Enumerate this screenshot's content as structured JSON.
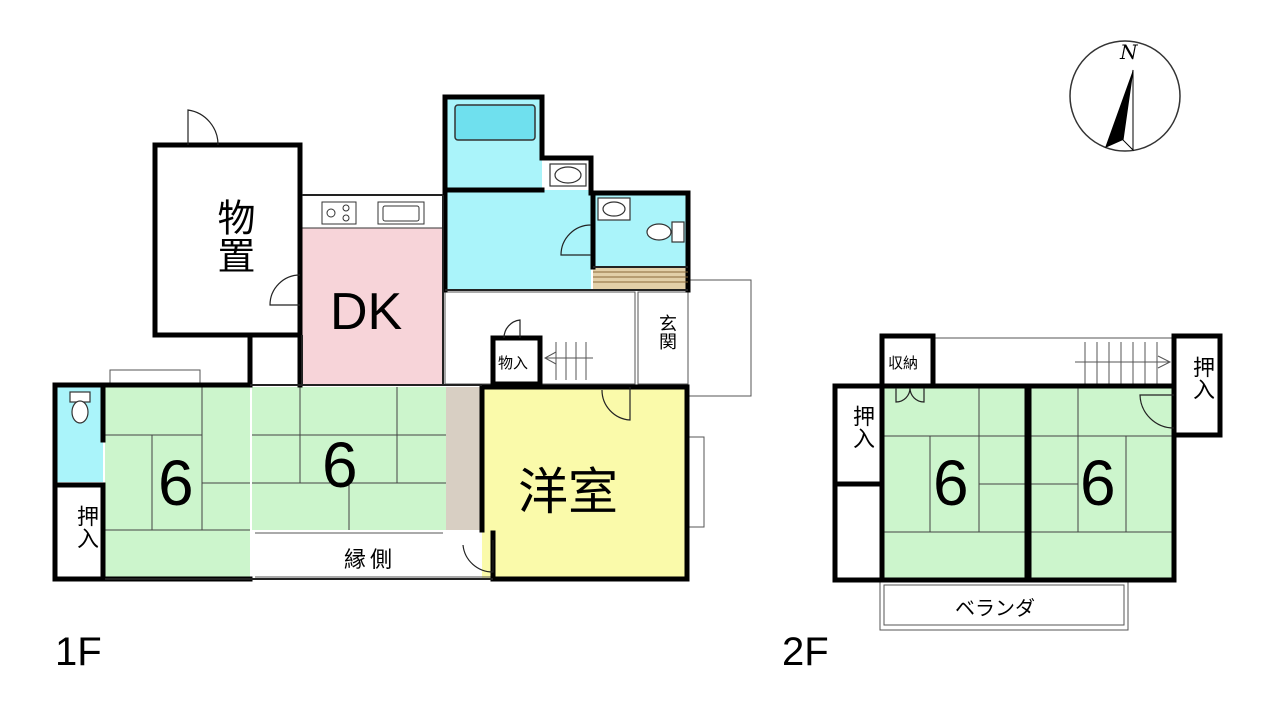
{
  "floors": {
    "first": {
      "label": "1F",
      "rooms": {
        "storage": "物置",
        "dk": "DK",
        "entrance": "玄関",
        "closet_small": "物入",
        "tatami_west": "6",
        "tatami_center": "6",
        "western_room": "洋室",
        "veranda_corridor": "縁側",
        "closet_west": "押入"
      }
    },
    "second": {
      "label": "2F",
      "rooms": {
        "storage": "収納",
        "closet_west": "押入",
        "closet_east": "押入",
        "tatami_west": "6",
        "tatami_east": "6",
        "balcony": "ベランダ"
      }
    }
  },
  "compass": {
    "label": "N"
  },
  "colors": {
    "tatami": "#ccf5cc",
    "dk": "#f7d4d9",
    "water": "#aaf4fa",
    "western": "#fafaaa",
    "tokonoma": "#d8cfc3",
    "floorboard": "#e2cfa8",
    "wall": "#000000"
  }
}
